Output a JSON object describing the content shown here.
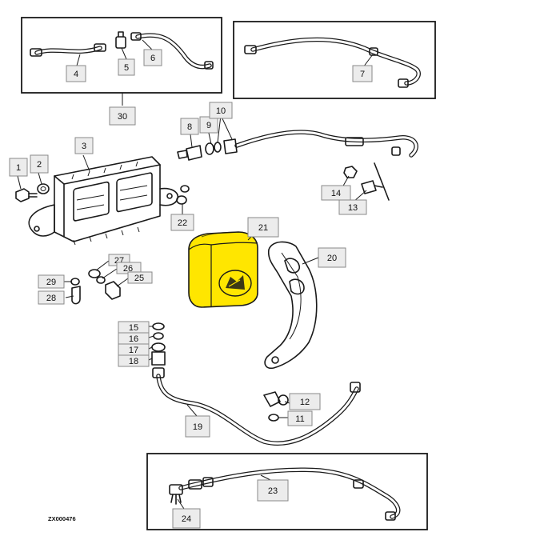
{
  "figure_id": "ZX000476",
  "highlight_color": "#ffe600",
  "callouts": {
    "c1": "1",
    "c2": "2",
    "c3": "3",
    "c4": "4",
    "c5": "5",
    "c6": "6",
    "c7": "7",
    "c8": "8",
    "c9": "9",
    "c10": "10",
    "c11": "11",
    "c12": "12",
    "c13": "13",
    "c14": "14",
    "c15": "15",
    "c16": "16",
    "c17": "17",
    "c18": "18",
    "c19": "19",
    "c20": "20",
    "c21": "21",
    "c22": "22",
    "c23": "23",
    "c24": "24",
    "c25": "25",
    "c26": "26",
    "c27": "27",
    "c28": "28",
    "c29": "29",
    "c30": "30"
  }
}
